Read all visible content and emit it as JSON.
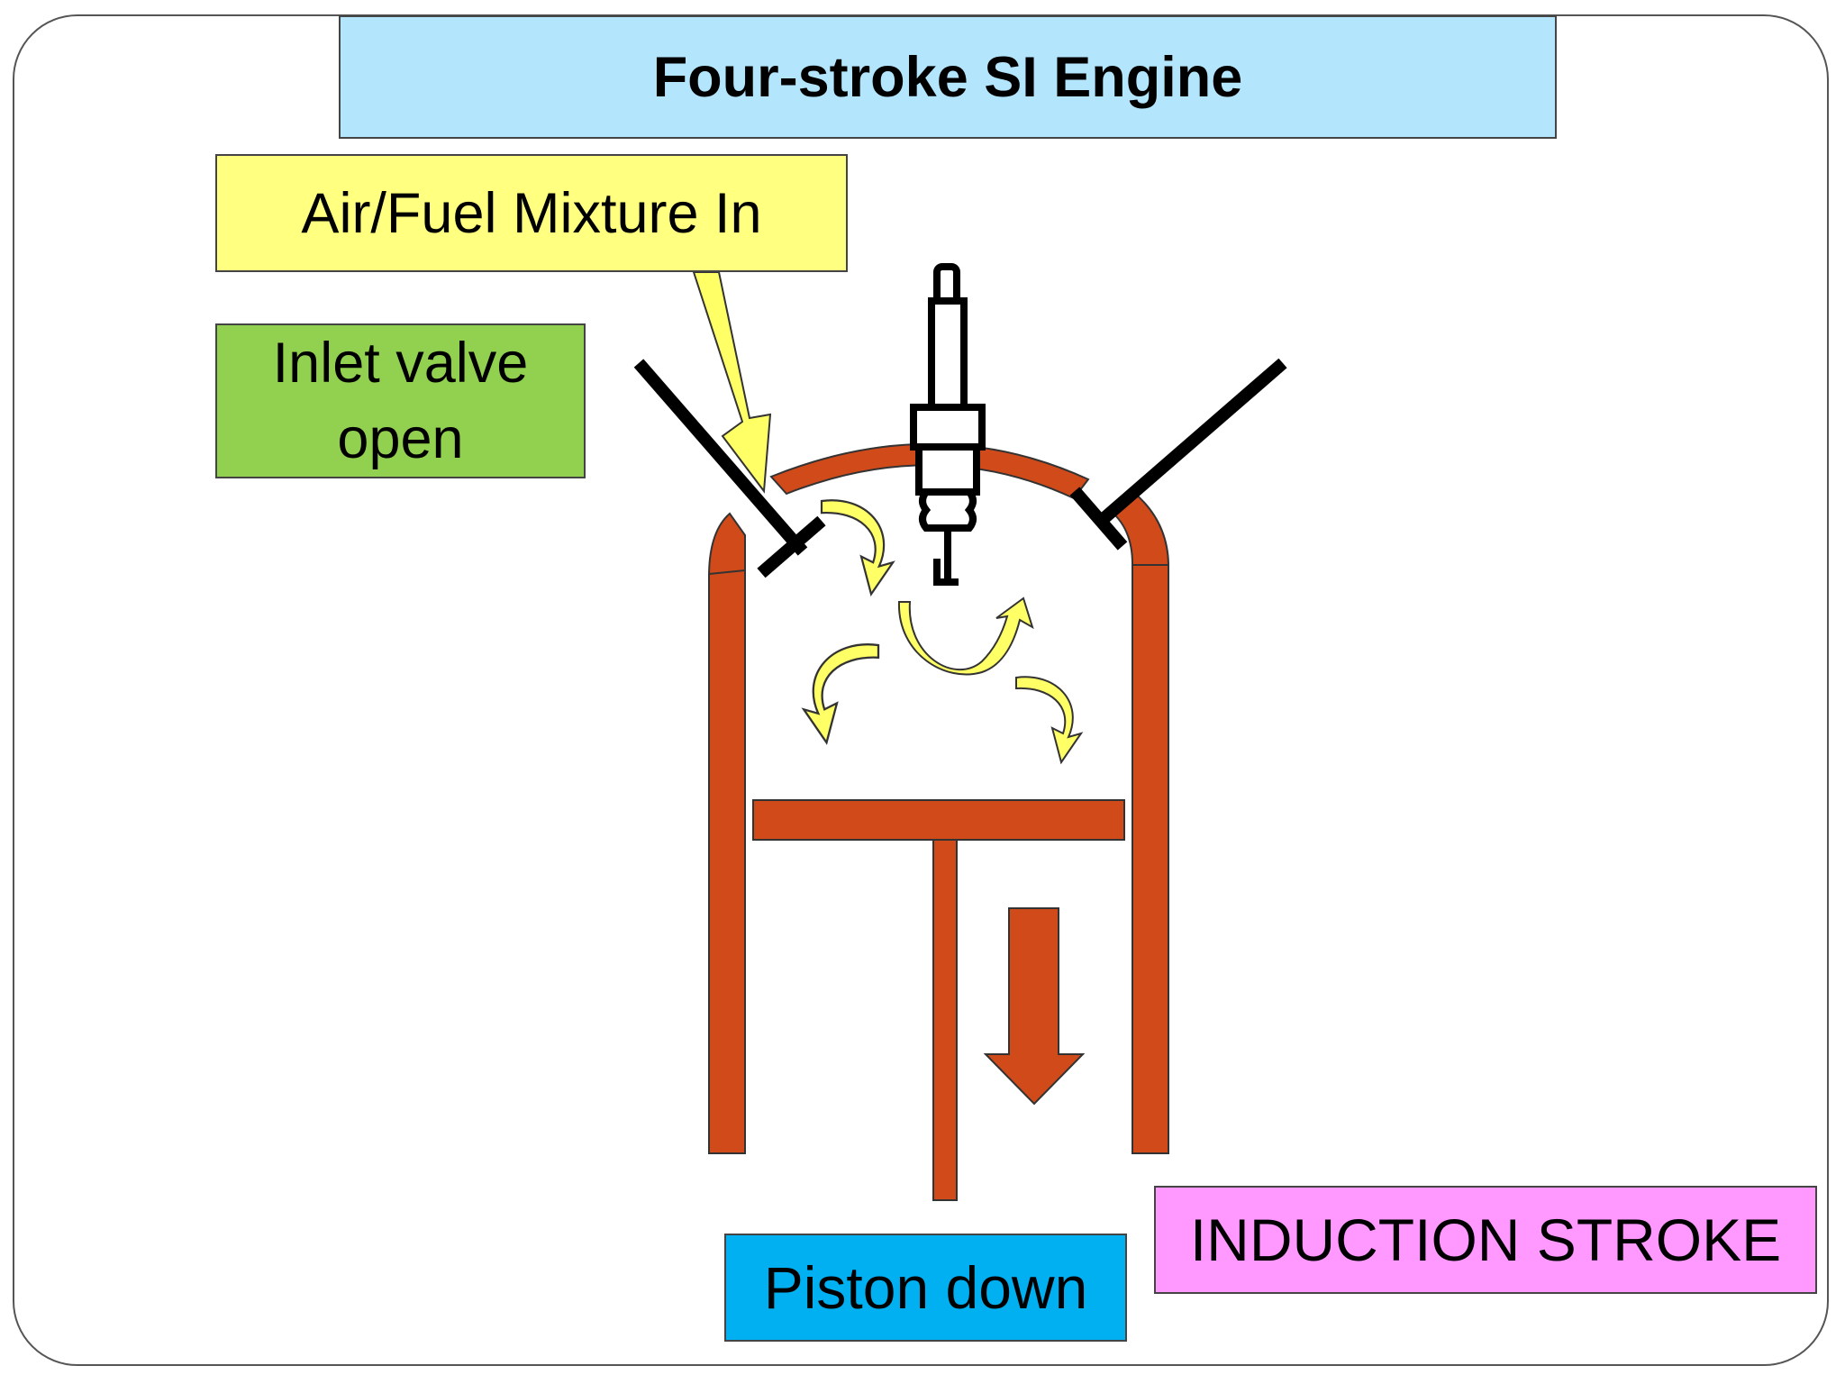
{
  "title": "Four-stroke SI Engine",
  "labels": {
    "mixture_in": "Air/Fuel Mixture In",
    "inlet_valve": "Inlet valve\nopen",
    "stroke": "INDUCTION STROKE",
    "piston": "Piston down"
  },
  "colors": {
    "title_bg": "#b3e5fc",
    "mixture_bg": "#ffff80",
    "valve_bg": "#92d050",
    "stroke_bg": "#ff99ff",
    "piston_bg": "#00b0f0",
    "cylinder": "#d04a1a",
    "flow_arrow": "#ffff66",
    "valve_stem": "#000000"
  },
  "icons": {
    "plug": "spark-plug-icon",
    "down_arrow": "down-arrow-icon",
    "swirl": "swirl-arrow-icon"
  }
}
